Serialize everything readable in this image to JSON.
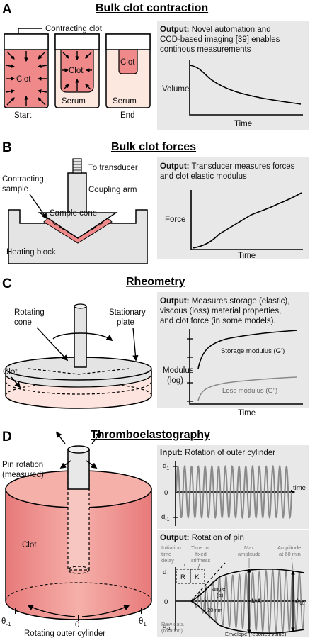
{
  "sections": [
    {
      "letter": "A",
      "title": "Bulk clot contraction",
      "output_label": "Output:",
      "output_lines": [
        " Novel automation and",
        "CCD-based imaging [39] enables",
        "continous measurements"
      ],
      "labels": {
        "contracting_clot": "Contracting clot",
        "clot": "Clot",
        "serum": "Serum",
        "start": "Start",
        "end": "End",
        "y_axis": "Volume",
        "x_axis": "Time"
      }
    },
    {
      "letter": "B",
      "title": "Bulk clot forces",
      "output_label": "Output:",
      "output_lines": [
        " Transducer measures forces",
        "and clot elastic modulus"
      ],
      "labels": {
        "to_transducer": "To transducer",
        "coupling_arm": "Coupling arm",
        "contracting_sample_1": "Contracting",
        "contracting_sample_2": "sample",
        "sample_cone": "Sample cone",
        "heating_block": "Heating block",
        "y_axis": "Force",
        "x_axis": "Time"
      }
    },
    {
      "letter": "C",
      "title": "Rheometry",
      "output_label": "Output:",
      "output_lines": [
        " Measures storage (elastic),",
        "viscous (loss) material properties,",
        "and clot force (in some models)."
      ],
      "labels": {
        "rotating_cone_1": "Rotating",
        "rotating_cone_2": "cone",
        "stationary_plate_1": "Stationary",
        "stationary_plate_2": "plate",
        "clot": "Clot",
        "y_axis_1": "Modulus",
        "y_axis_2": "(log)",
        "storage": "Storage modulus (G’)",
        "loss": "Loss modulus (G”)",
        "x_axis": "Time"
      }
    },
    {
      "letter": "D",
      "title": "Thromboelastography",
      "input_label": "Input:",
      "input_text": " Rotation of outer cylinder",
      "output_label": "Output:",
      "output_text": " Rotation of pin",
      "labels": {
        "pin_rotation_1": "Pin rotation",
        "pin_rotation_2": "(measured)",
        "clot": "Clot",
        "theta_m1": "θ-1",
        "theta_0": "0",
        "theta_1": "θ1",
        "rotating_outer_cylinder": "Rotating outer cylinder",
        "d1": "d1",
        "d0": "0",
        "dm1": "d-1",
        "time": "time",
        "initiation_1": "Initiation",
        "initiation_2": "time",
        "initiation_3": "delay",
        "time_to_1": "Time to",
        "time_to_2": "fixed",
        "time_to_3": "stiffness",
        "max_amp_1": "Max",
        "max_amp_2": "amplitude",
        "amp60_1": "Amplitude",
        "amp60_2": "at 60 min",
        "R": "R",
        "K": "K",
        "angle": "angle",
        "alpha": "(α)",
        "MA": "MA",
        "A60": "A60",
        "mm20": "20mm",
        "raw_1": "Raw data",
        "raw_2": "(rotation)",
        "envelope": "Envelope (reported value)"
      }
    }
  ],
  "colors": {
    "clot_pink": "#f08a8a",
    "serum_pale": "#fde8e0",
    "panel_gray": "#e8e8e8",
    "wave_gray": "#8a8a8a"
  }
}
